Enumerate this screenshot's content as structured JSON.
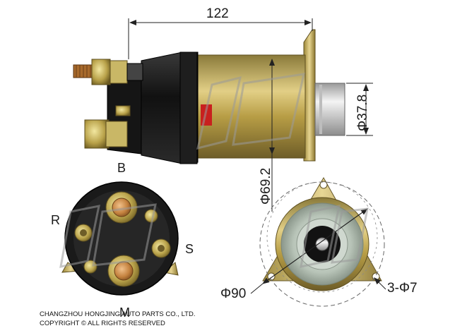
{
  "dimensions": {
    "length": "122",
    "plunger_diameter": "Φ37.8",
    "body_diameter": "Φ69.2",
    "flange_diameter": "Φ90",
    "mounting_holes": "3-Φ7"
  },
  "terminals": {
    "b": "B",
    "r": "R",
    "s": "S",
    "m": "M"
  },
  "footer": {
    "company": "CHANGZHOU HONGJING AUTO PARTS CO., LTD.",
    "copyright": "COPYRIGHT © ALL RIGHTS RESERVED"
  },
  "colors": {
    "housing_gold": "#b49a3e",
    "cap_black": "#1b1b1b",
    "copper_stud": "#c98a4a",
    "plunger_silver": "#d8d8d8",
    "dimension_line": "#222222"
  },
  "icons": [
    "watermark-logo"
  ]
}
